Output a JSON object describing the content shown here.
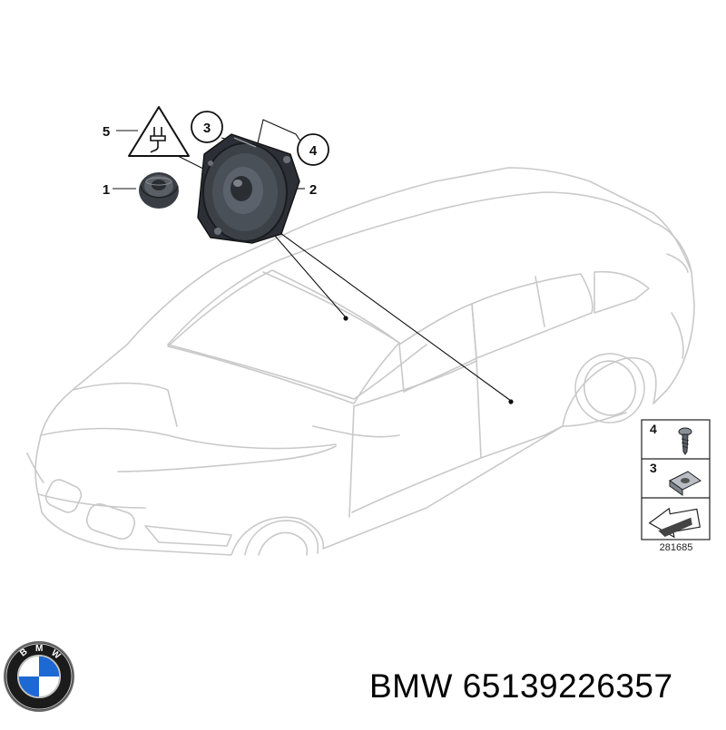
{
  "diagram": {
    "callouts": {
      "c1": "1",
      "c2": "2",
      "c3": "3",
      "c4": "4",
      "c5": "5"
    },
    "legend": {
      "items": [
        {
          "number": "4"
        },
        {
          "number": "3"
        }
      ],
      "drawing_number": "281685"
    }
  },
  "brand": {
    "logo_letters": "BMW",
    "name": "BMW",
    "part_number": "65139226357"
  },
  "colors": {
    "car_outline": "#c8c8c8",
    "parts_dark": "#2c3036",
    "logo_blue": "#1c69d4"
  }
}
